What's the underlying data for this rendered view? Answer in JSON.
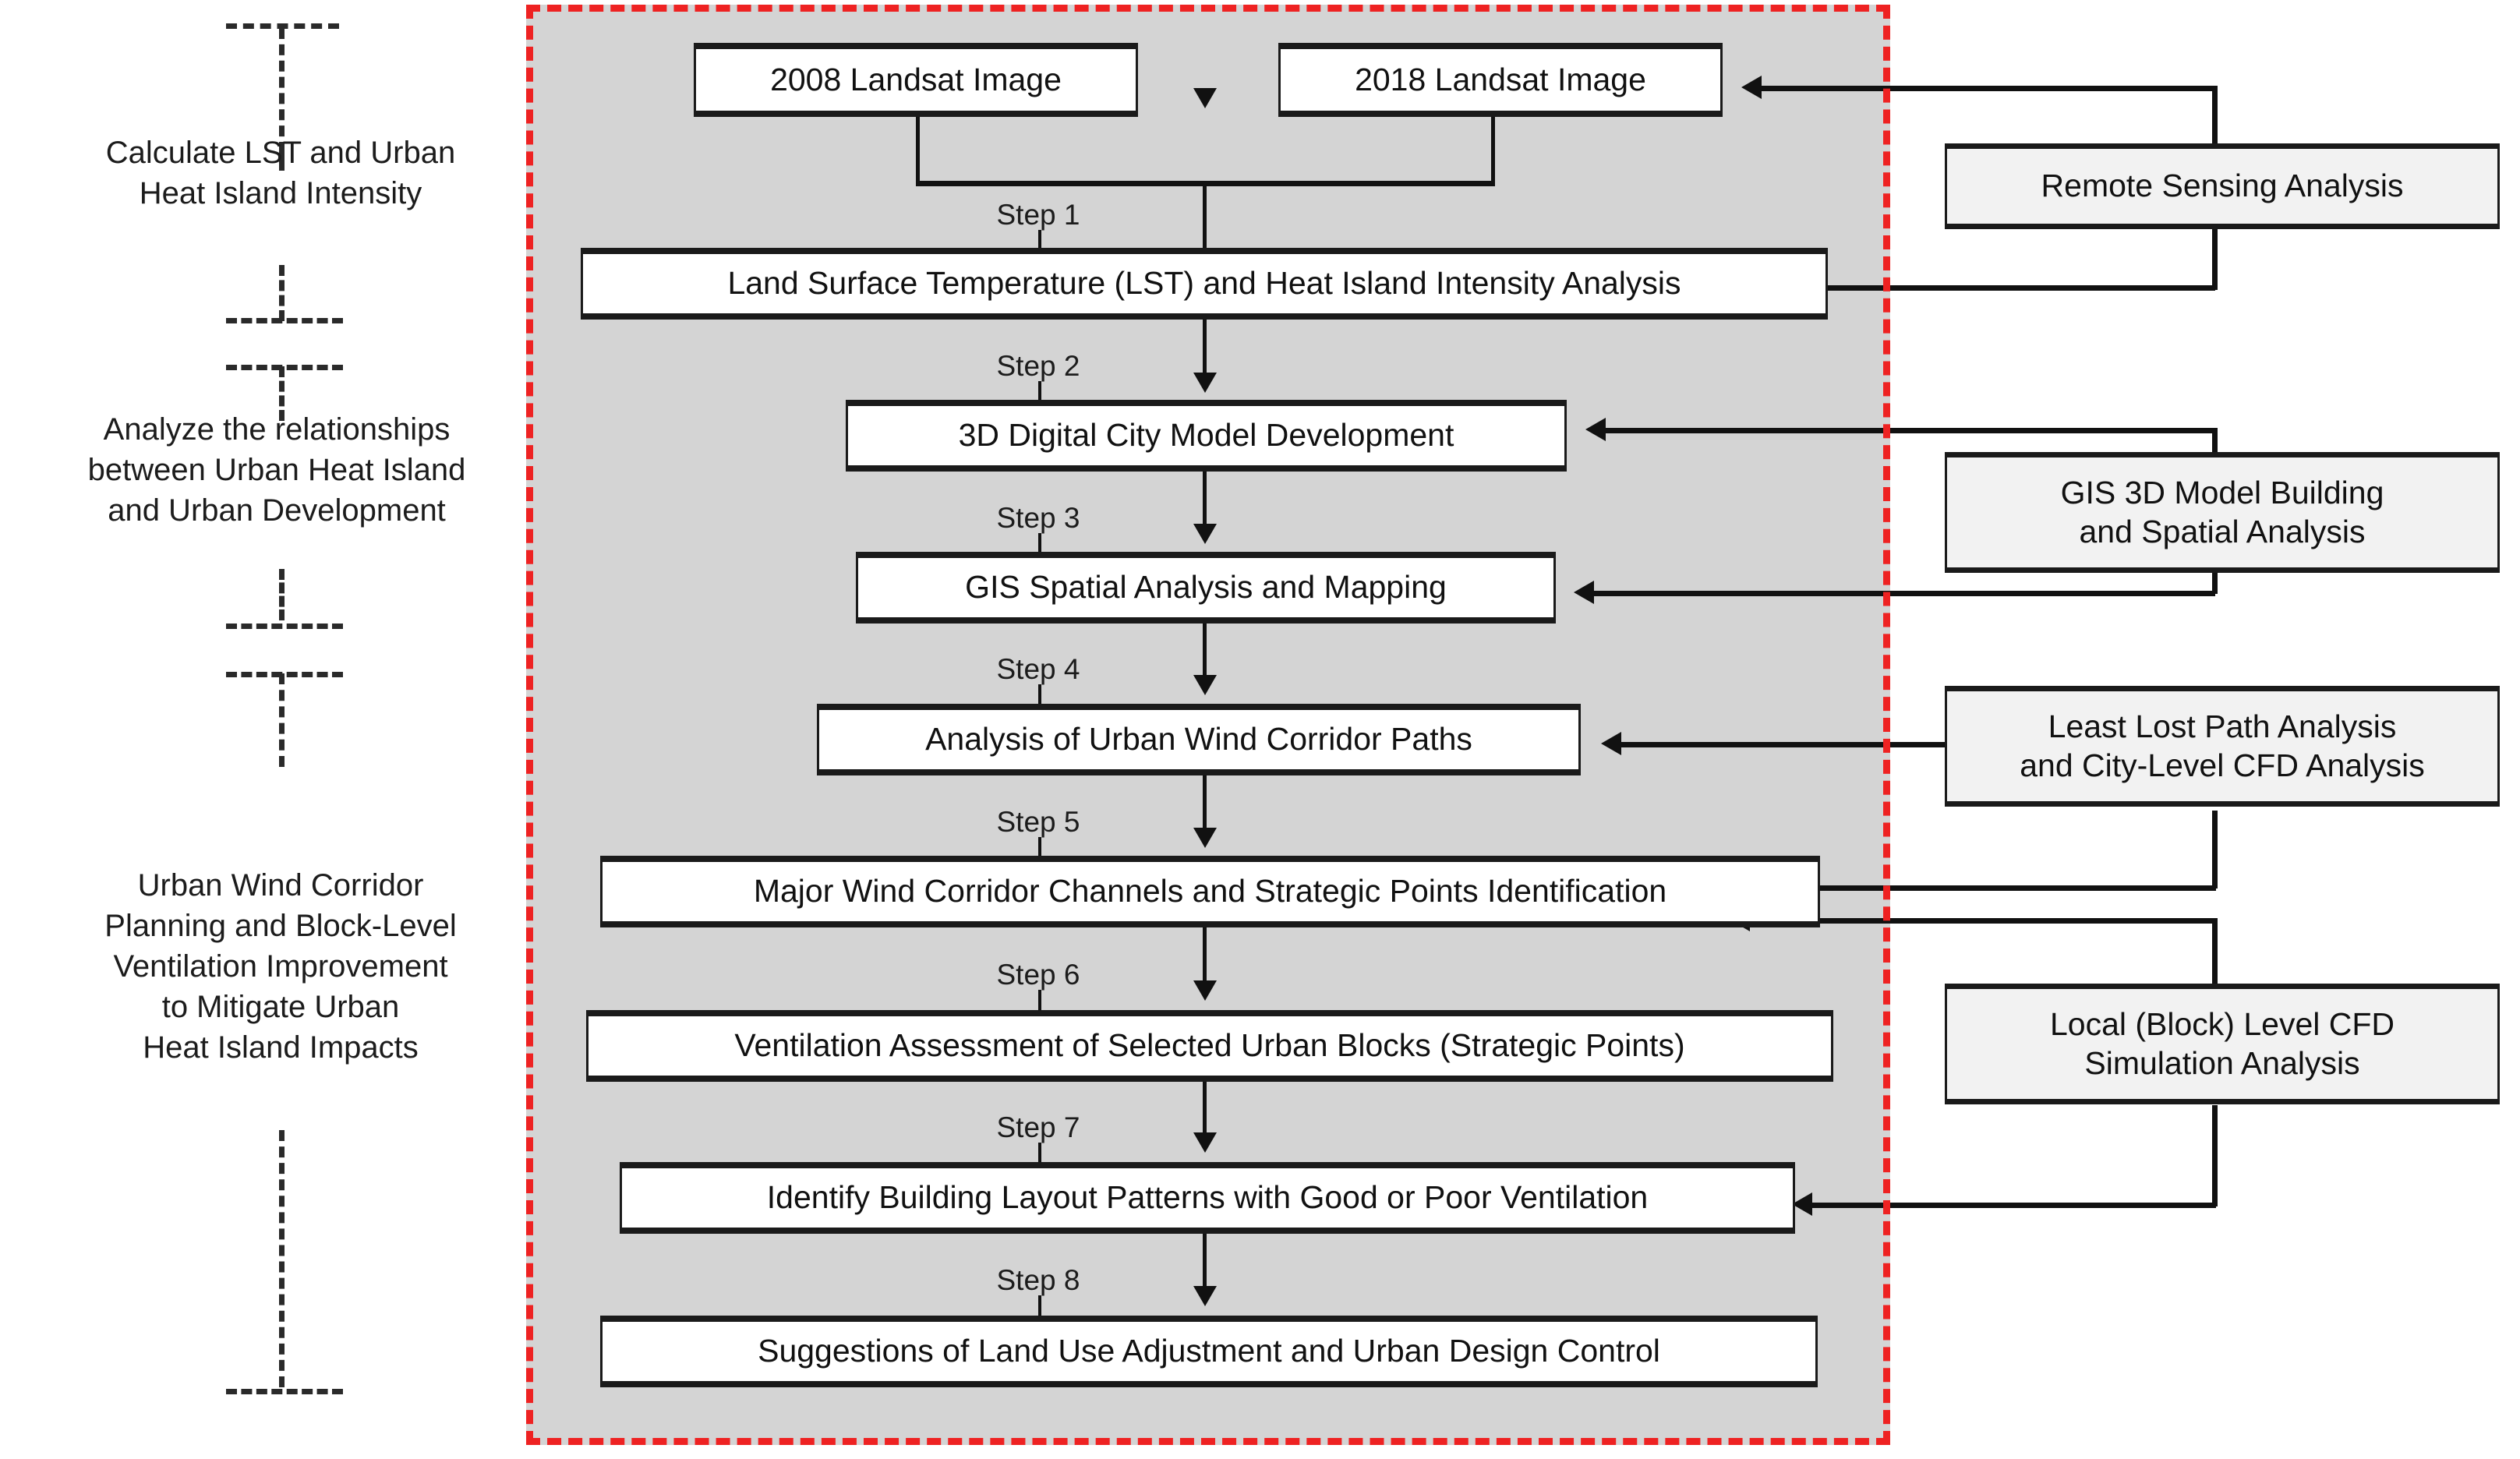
{
  "diagram": {
    "title": "Urban Heat Island and Wind Corridor Research Workflow",
    "panel_color": "#d4d4d4",
    "frame_color": "#ee2222",
    "node_fill": "#ffffff",
    "side_node_fill": "#f2f2f2",
    "line_color": "#111111"
  },
  "phases": [
    {
      "id": "phase-1",
      "text": "Calculate LST and Urban\nHeat Island Intensity"
    },
    {
      "id": "phase-2",
      "text": "Analyze the relationships\nbetween Urban Heat Island\nand Urban Development"
    },
    {
      "id": "phase-3",
      "text": "Urban Wind Corridor\nPlanning and Block-Level\nVentilation Improvement\nto Mitigate Urban\nHeat Island Impacts"
    }
  ],
  "inputs": [
    {
      "id": "input-2008",
      "label": "2008 Landsat Image"
    },
    {
      "id": "input-2018",
      "label": "2018 Landsat Image"
    }
  ],
  "steps": [
    {
      "id": "step-1",
      "caption": "Step 1",
      "label": "Land Surface Temperature (LST) and Heat Island Intensity Analysis"
    },
    {
      "id": "step-2",
      "caption": "Step 2",
      "label": "3D Digital City Model Development"
    },
    {
      "id": "step-3",
      "caption": "Step 3",
      "label": "GIS Spatial Analysis and Mapping"
    },
    {
      "id": "step-4",
      "caption": "Step 4",
      "label": "Analysis of Urban Wind Corridor Paths"
    },
    {
      "id": "step-5",
      "caption": "Step 5",
      "label": "Major Wind Corridor Channels and Strategic Points Identification"
    },
    {
      "id": "step-6",
      "caption": "Step 6",
      "label": "Ventilation Assessment of Selected Urban Blocks (Strategic Points)"
    },
    {
      "id": "step-7",
      "caption": "Step 7",
      "label": "Identify Building Layout Patterns with Good or Poor Ventilation"
    },
    {
      "id": "step-8",
      "caption": "Step 8",
      "label": "Suggestions of Land Use Adjustment and Urban Design Control"
    }
  ],
  "methods": [
    {
      "id": "method-remote-sensing",
      "label": "Remote Sensing Analysis"
    },
    {
      "id": "method-gis-3d",
      "label": "GIS 3D Model Building\nand Spatial  Analysis"
    },
    {
      "id": "method-least-lost-path",
      "label": "Least Lost Path Analysis\nand City-Level CFD Analysis"
    },
    {
      "id": "method-local-cfd",
      "label": "Local (Block) Level CFD\nSimulation Analysis"
    }
  ]
}
